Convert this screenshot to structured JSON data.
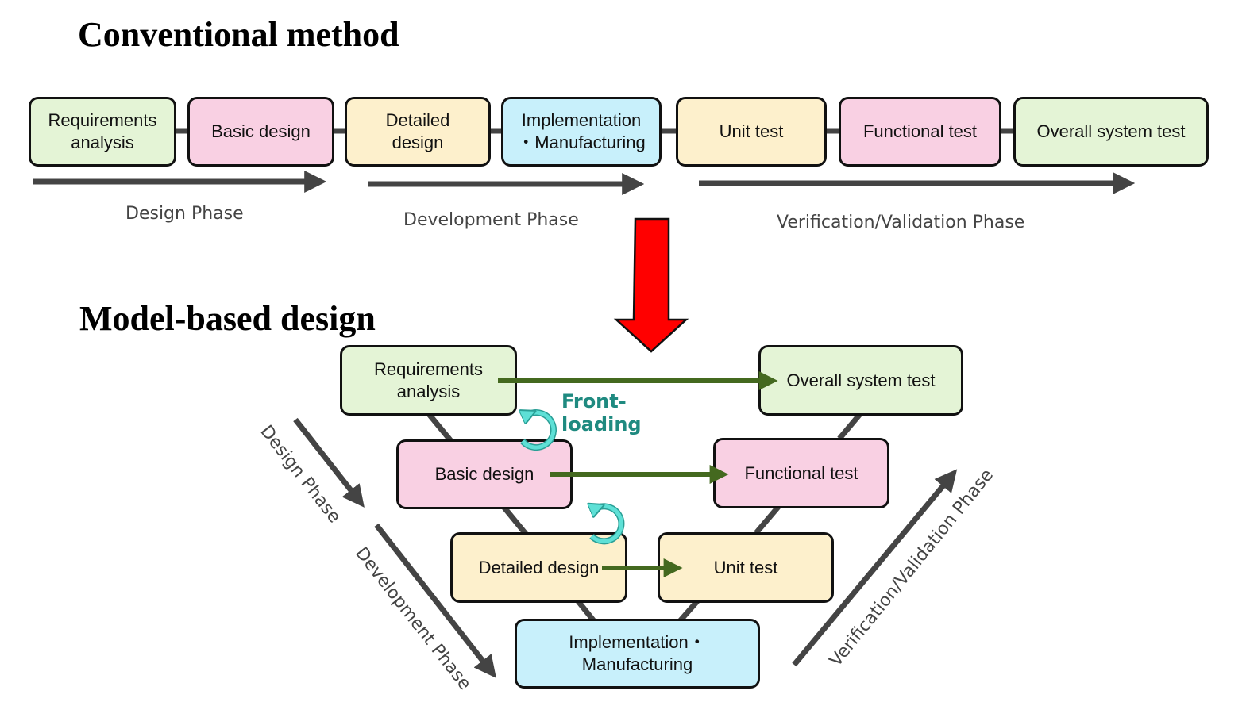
{
  "conventional": {
    "title": "Conventional method",
    "boxes": [
      {
        "label": "Requirements\nanalysis",
        "color": "#e4f4d6"
      },
      {
        "label": "Basic design",
        "color": "#f9d0e3"
      },
      {
        "label": "Detailed\ndesign",
        "color": "#fdf0cc"
      },
      {
        "label": "Implementation\n・Manufacturing",
        "color": "#c8f0fb"
      },
      {
        "label": "Unit test",
        "color": "#fdf0cc"
      },
      {
        "label": "Functional test",
        "color": "#f9d0e3"
      },
      {
        "label": "Overall system test",
        "color": "#e4f4d6"
      }
    ],
    "phases": [
      "Design Phase",
      "Development Phase",
      "Verification/Validation Phase"
    ]
  },
  "model_based": {
    "title": "Model-based design",
    "boxes": {
      "requirements": "Requirements\nanalysis",
      "basic": "Basic design",
      "detailed": "Detailed design",
      "implementation": "Implementation・\nManufacturing",
      "unit": "Unit test",
      "functional": "Functional test",
      "overall": "Overall system test"
    },
    "phases": {
      "design": "Design Phase",
      "development": "Development Phase",
      "verification": "Verification/Validation Phase"
    },
    "front_loading": "Front-\nloading"
  },
  "colors": {
    "phase_arrow": "#444444",
    "transition_arrow": "#ff0000",
    "link_arrow": "#44691f",
    "loop_arrow": "#5ee0d6",
    "front_loading_text": "#1f8a80"
  }
}
